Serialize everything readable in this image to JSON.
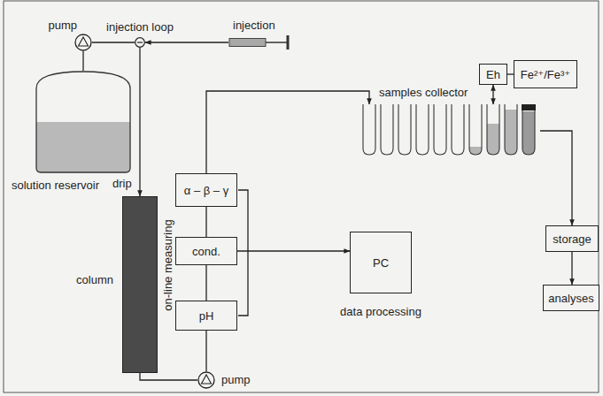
{
  "diagram": {
    "nodes": [
      {
        "text": [
          "pump"
        ]
      },
      {
        "text": [
          "injection loop"
        ]
      },
      {
        "text": [
          "injection"
        ]
      },
      {
        "text": [
          "solution reservoir"
        ]
      },
      {
        "text": [
          "column"
        ]
      },
      {
        "text": [
          "α – β – γ"
        ]
      },
      {
        "text": [
          "cond."
        ]
      },
      {
        "text": [
          "pH"
        ]
      },
      {
        "text": [
          "PC"
        ]
      },
      {
        "text": [
          "pump"
        ]
      },
      {
        "text": [
          "samples collector"
        ]
      },
      {
        "text": [
          "Eh"
        ]
      },
      {
        "text": [
          "Fe²⁺/Fe³⁺"
        ]
      },
      {
        "text": [
          "storage"
        ]
      },
      {
        "text": [
          "analyses"
        ]
      }
    ],
    "edges": [
      {
        "from": 3,
        "to": 0,
        "arrow": "none"
      },
      {
        "from": 0,
        "to": 1,
        "arrow": "none"
      },
      {
        "from": 2,
        "to": 1,
        "arrow": "to"
      },
      {
        "from": 1,
        "to": 4,
        "arrow": "to"
      },
      {
        "from": 4,
        "to": 9,
        "arrow": "none"
      },
      {
        "from": 9,
        "to": 7,
        "arrow": "none"
      },
      {
        "from": 7,
        "to": 6,
        "arrow": "none"
      },
      {
        "from": 6,
        "to": 5,
        "arrow": "none"
      },
      {
        "from": 5,
        "to": 10,
        "arrow": "to"
      },
      {
        "from": 6,
        "to": 8,
        "arrow": "to"
      },
      {
        "from": 11,
        "to": 10,
        "arrow": "both"
      },
      {
        "from": 12,
        "to": 11,
        "arrow": "none"
      },
      {
        "from": 10,
        "to": 13,
        "arrow": "to"
      },
      {
        "from": 13,
        "to": 14,
        "arrow": "to"
      }
    ],
    "labels": [
      "drip",
      "on-line measuring",
      "data processing"
    ]
  }
}
